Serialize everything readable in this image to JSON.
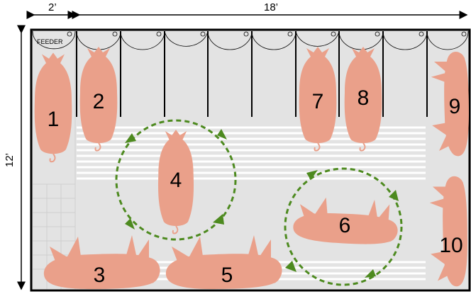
{
  "dimensions": {
    "feeder_width": "2’",
    "pen_width": "18’",
    "pen_depth": "12’"
  },
  "feeder_label": "FEEDER",
  "pigs": [
    {
      "id": "pig-1",
      "label": "1",
      "pose": "standing"
    },
    {
      "id": "pig-2",
      "label": "2",
      "pose": "standing"
    },
    {
      "id": "pig-3",
      "label": "3",
      "pose": "lying"
    },
    {
      "id": "pig-4",
      "label": "4",
      "pose": "standing"
    },
    {
      "id": "pig-5",
      "label": "5",
      "pose": "lying"
    },
    {
      "id": "pig-6",
      "label": "6",
      "pose": "lying"
    },
    {
      "id": "pig-7",
      "label": "7",
      "pose": "standing"
    },
    {
      "id": "pig-8",
      "label": "8",
      "pose": "standing"
    },
    {
      "id": "pig-9",
      "label": "9",
      "pose": "lying"
    },
    {
      "id": "pig-10",
      "label": "10",
      "pose": "lying"
    }
  ],
  "colors": {
    "pig": "#eaa08a",
    "floor": "#e3e3e3",
    "slats": "#ffffff",
    "arrow": "#4d8a1f",
    "wall": "#000000"
  },
  "icons": [
    "double-arrow-icon",
    "circular-arrow-icon",
    "feeder-bowl-icon"
  ]
}
